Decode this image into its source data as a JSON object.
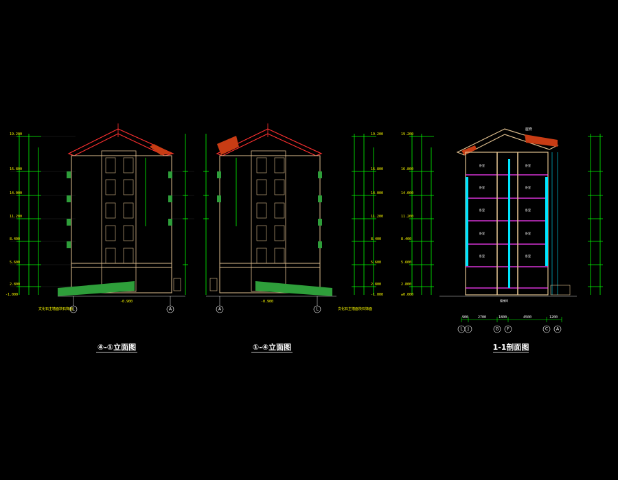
{
  "titles": {
    "left": "④-①立面图",
    "middle": "①-④立面图",
    "right": "1-1剖面图"
  },
  "axes": {
    "left": [
      "L",
      "A"
    ],
    "middle": [
      "A",
      "L"
    ],
    "right": [
      "L",
      "J",
      "G",
      "F",
      "C",
      "A"
    ]
  },
  "level_marks": [
    "19.200",
    "16.800",
    "14.000",
    "11.200",
    "8.400",
    "5.600",
    "2.800",
    "±0.000",
    "-1.000"
  ],
  "bay_dims": [
    "900",
    "2700",
    "1800",
    "4500",
    "1200"
  ],
  "annotations": {
    "ground_left": "-0.900",
    "ground_right": "-0.900",
    "note_left": "文化石主墙面块石饰面",
    "note_right": "文化石主墙面块石饰面",
    "ridge": "屋脊",
    "room_label": "卧室",
    "stair_label": "楼梯间"
  },
  "colors": {
    "background": "#000000",
    "wall": "#e0c090",
    "roof_tile": "#c83c14",
    "roof_line": "#ff3030",
    "window": "#e0c090",
    "base_green": "#2e9e3a",
    "balcony_green": "#3fae4a",
    "dimension": "#00ff00",
    "dimension_alt": "#ffffff",
    "accent_cyan": "#00e5ff",
    "accent_magenta": "#ff3cff",
    "text": "#ffffff"
  }
}
